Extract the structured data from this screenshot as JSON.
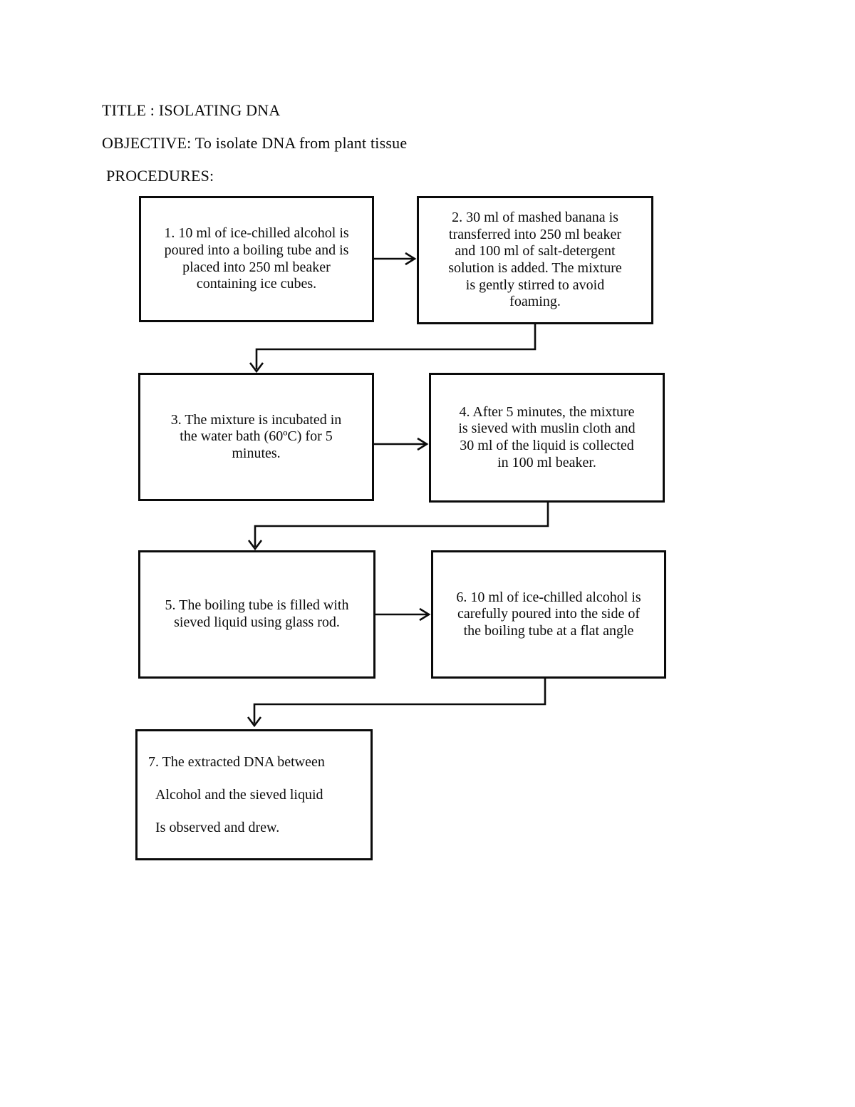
{
  "page": {
    "title": "TITLE : ISOLATING DNA",
    "objective": "OBJECTIVE: To isolate DNA from plant tissue",
    "procedures_label": "PROCEDURES:"
  },
  "flowchart": {
    "type": "flowchart",
    "flow_order": "1 → 2 → 3 → 4 → 5 → 6 → 7",
    "steps": [
      {
        "id": 1,
        "text": "1. 10 ml of ice-chilled alcohol is\npoured into a boiling tube and is\nplaced into 250 ml beaker\ncontaining ice cubes."
      },
      {
        "id": 2,
        "text": "2. 30 ml of mashed banana is\ntransferred into 250 ml beaker\nand 100 ml of salt-detergent\nsolution is added. The mixture\nis gently stirred to avoid\nfoaming."
      },
      {
        "id": 3,
        "text": "3. The mixture is incubated in\nthe water bath (60ºC) for 5\nminutes."
      },
      {
        "id": 4,
        "text": "4. After 5 minutes, the mixture\nis sieved with muslin cloth and\n30 ml of the liquid is collected\nin 100 ml beaker."
      },
      {
        "id": 5,
        "text": "5. The boiling tube is filled with\nsieved liquid using glass rod."
      },
      {
        "id": 6,
        "text": "6. 10 ml of ice-chilled alcohol is\ncarefully poured into the side of\nthe boiling tube at a flat angle"
      },
      {
        "id": 7,
        "text": "7. The extracted DNA between\n  Alcohol and the sieved liquid\n  Is observed and drew."
      }
    ],
    "line_color": "#0b0b0b",
    "background_color": "#ffffff"
  }
}
